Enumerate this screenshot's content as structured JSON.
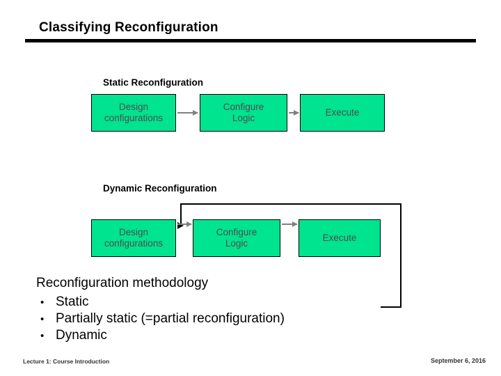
{
  "slide": {
    "title": "Classifying Reconfiguration"
  },
  "diagram": {
    "static": {
      "label": "Static Reconfiguration",
      "boxes": [
        {
          "line1": "Design",
          "line2": "configurations"
        },
        {
          "line1": "Configure",
          "line2": "Logic"
        },
        {
          "line1": "Execute",
          "line2": ""
        }
      ]
    },
    "dynamic": {
      "label": "Dynamic Reconfiguration",
      "boxes": [
        {
          "line1": "Design",
          "line2": "configurations"
        },
        {
          "line1": "Configure",
          "line2": "Logic"
        },
        {
          "line1": "Execute",
          "line2": ""
        }
      ]
    },
    "colors": {
      "box_fill": "#00e38f",
      "box_border": "#000000",
      "box_text": "#4d4d4d",
      "arrow": "#808080",
      "loop": "#000000"
    }
  },
  "body": {
    "heading": "Reconfiguration methodology",
    "bullets": [
      {
        "marker": "•",
        "text": "Static"
      },
      {
        "marker": "•",
        "text": "Partially static (=partial reconfiguration)"
      },
      {
        "marker": "•",
        "text": "Dynamic"
      }
    ]
  },
  "footer": {
    "left": "Lecture 1: Course Introduction",
    "right": "September 6, 2016"
  }
}
